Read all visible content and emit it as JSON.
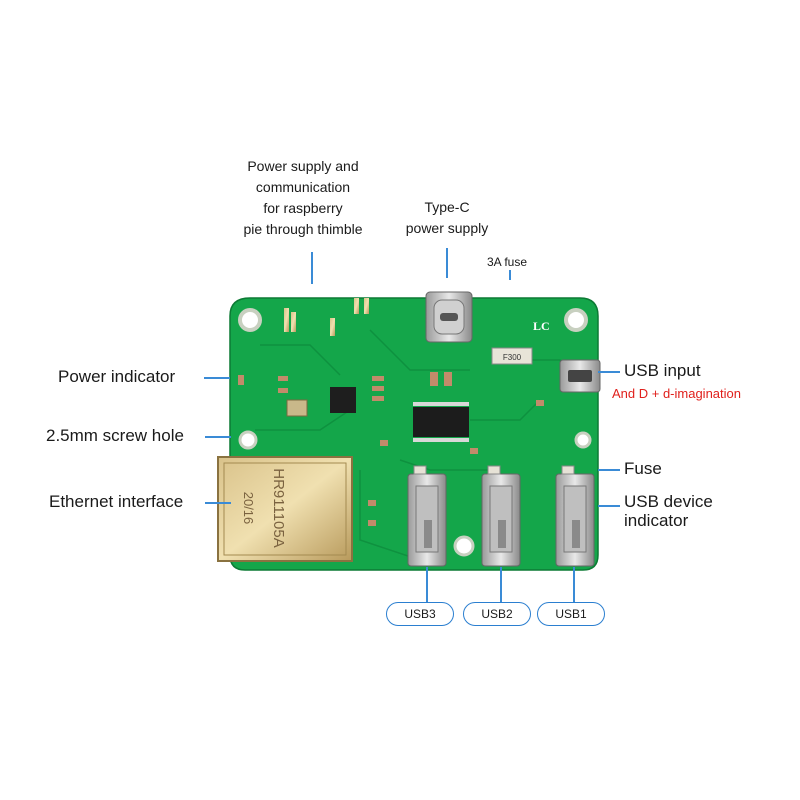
{
  "labels": {
    "power_comm": [
      "Power supply and",
      "communication",
      "for raspberry",
      "pie through thimble"
    ],
    "type_c": [
      "Type-C",
      "power supply"
    ],
    "fuse_3a": "3A fuse",
    "power_indicator": "Power indicator",
    "screw_hole": "2.5mm screw hole",
    "ethernet": "Ethernet interface",
    "usb_input": "USB input",
    "usb_input_note": "And D + d-imagination",
    "fuse": "Fuse",
    "usb_device_indicator": [
      "USB device",
      "indicator"
    ]
  },
  "ports": [
    "USB3",
    "USB2",
    "USB1"
  ],
  "board_marks": {
    "logo": "LC",
    "fuse_chip": "F300",
    "rj45_text": [
      "HR911105A",
      "20/16"
    ]
  },
  "colors": {
    "pcb": "#12a84a",
    "leader": "#3a8bd6",
    "note": "#e0201c"
  }
}
